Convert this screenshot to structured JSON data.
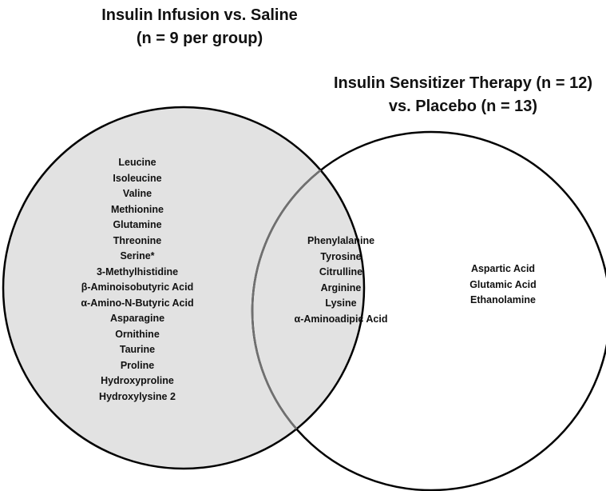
{
  "diagram": {
    "sets": [
      {
        "id": "A",
        "title_lines": [
          "Insulin Infusion vs. Saline",
          "(n = 9 per group)"
        ],
        "fill": "#e2e2e2",
        "stroke": "#000000"
      },
      {
        "id": "B",
        "title_lines": [
          "Insulin Sensitizer Therapy (n = 12)",
          "vs. Placebo (n = 13)"
        ],
        "fill": "none",
        "stroke": "#000000"
      }
    ],
    "regions": {
      "A_only": [
        "Leucine",
        "Isoleucine",
        "Valine",
        "Methionine",
        "Glutamine",
        "Threonine",
        "Serine*",
        "3-Methylhistidine",
        "β-Aminoisobutyric Acid",
        "α-Amino-N-Butyric Acid",
        "Asparagine",
        "Ornithine",
        "Taurine",
        "Proline",
        "Hydroxyproline",
        "Hydroxylysine 2"
      ],
      "A_and_B": [
        "Phenylalanine",
        "Tyrosine",
        "Citrulline",
        "Arginine",
        "Lysine",
        "α-Aminoadipic Acid"
      ],
      "B_only": [
        "Aspartic Acid",
        "Glutamic Acid",
        "Ethanolamine"
      ]
    },
    "overlap_stroke": "#707070"
  }
}
